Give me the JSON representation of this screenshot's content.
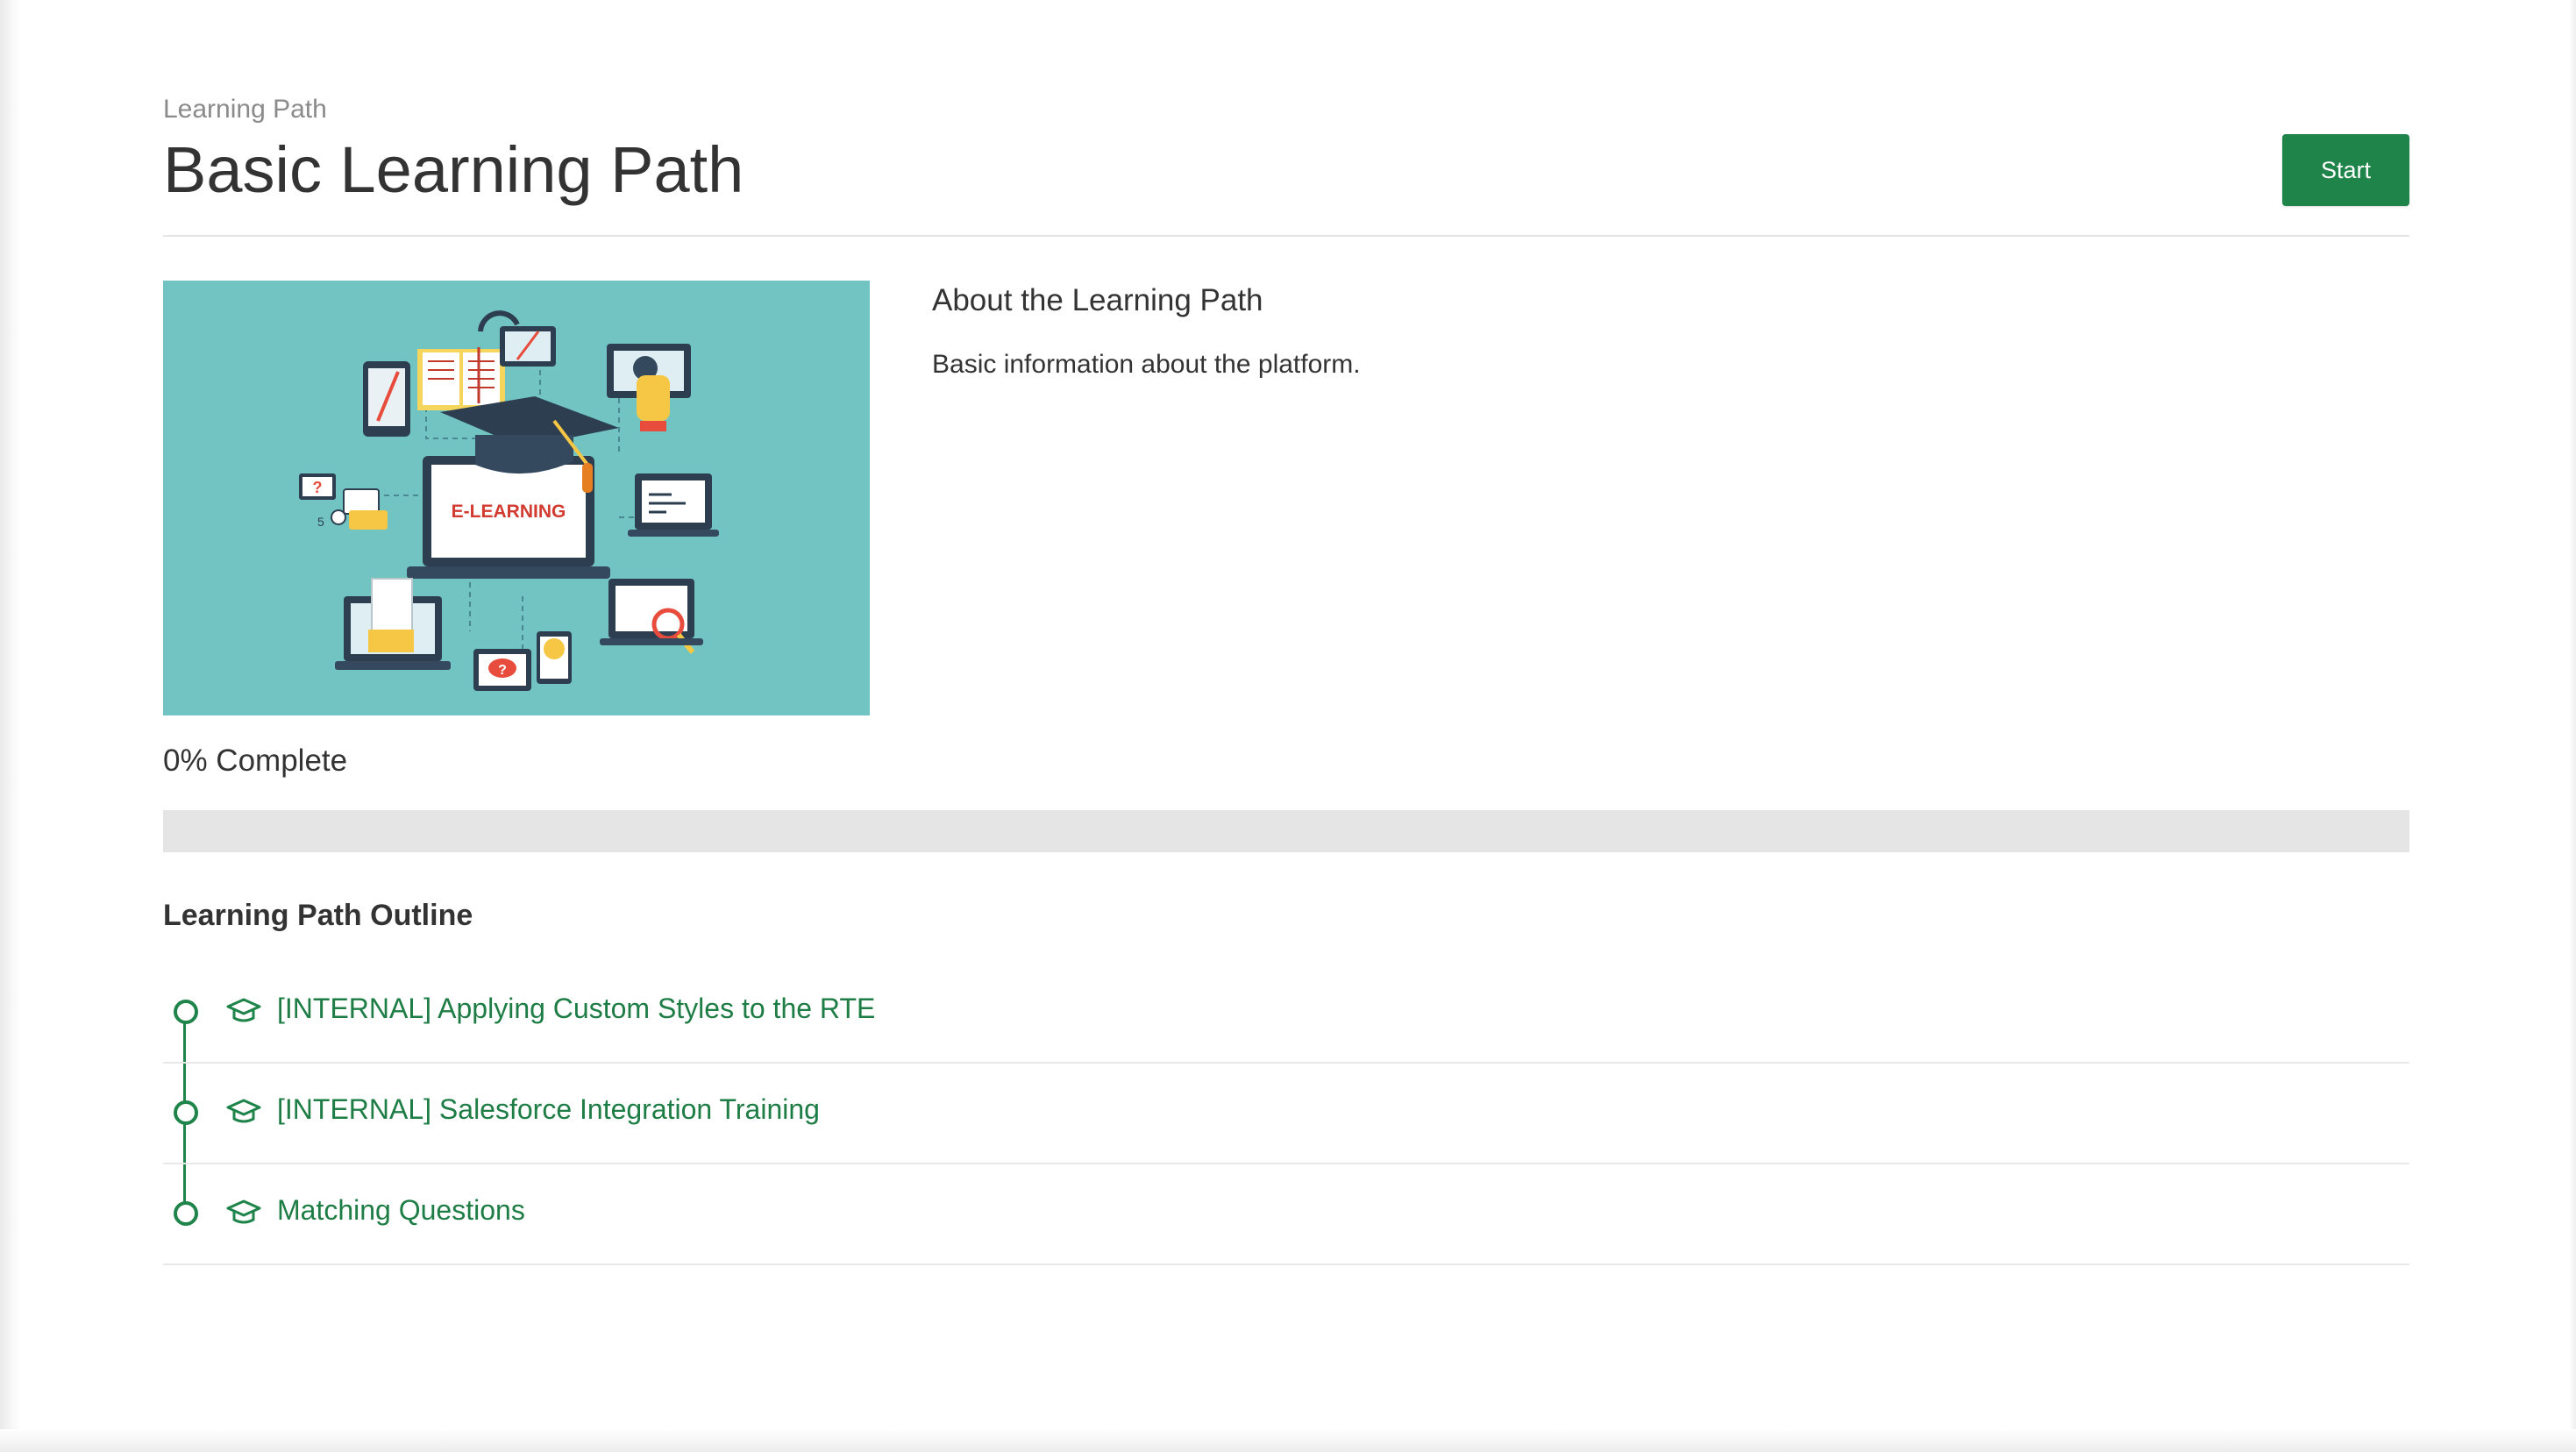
{
  "header": {
    "eyebrow": "Learning Path",
    "title": "Basic Learning Path",
    "start_label": "Start"
  },
  "hero": {
    "image_label": "E-LEARNING",
    "background_color": "#72c4c2"
  },
  "about": {
    "heading": "About the Learning Path",
    "description": "Basic information about the platform."
  },
  "progress": {
    "label": "0% Complete",
    "value": 0
  },
  "outline": {
    "title": "Learning Path Outline",
    "items": [
      {
        "label": "[INTERNAL] Applying Custom Styles to the RTE",
        "icon": "graduation-cap-icon"
      },
      {
        "label": "[INTERNAL] Salesforce Integration Training",
        "icon": "graduation-cap-icon"
      },
      {
        "label": "Matching Questions",
        "icon": "graduation-cap-icon"
      }
    ]
  },
  "colors": {
    "accent": "#1e8449",
    "link": "#1e7d45",
    "text": "#333333",
    "muted": "#8a8a8a"
  }
}
